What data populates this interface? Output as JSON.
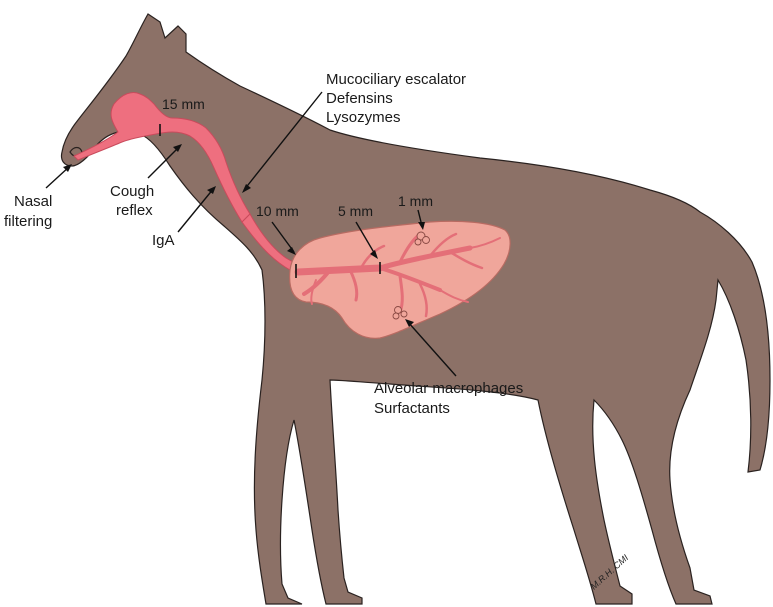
{
  "colors": {
    "body": "#8c7167",
    "outline": "#2a2220",
    "airway": "#ee6f7f",
    "airway_edge": "#c94b5c",
    "lung": "#f0a69b",
    "lung_edge": "#b86b62",
    "bronchi": "#e46f78"
  },
  "labels": {
    "nasal_line1": "Nasal",
    "nasal_line2": "filtering",
    "cough_line1": "Cough",
    "cough_line2": "reflex",
    "iga": "IgA",
    "size_15": "15 mm",
    "size_10": "10 mm",
    "size_5": "5 mm",
    "size_1": "1 mm",
    "top_line1": "Mucociliary escalator",
    "top_line2": "Defensins",
    "top_line3": "Lysozymes",
    "bottom_line1": "Alveolar macrophages",
    "bottom_line2": "Surfactants"
  },
  "signature": "M.R.H. CMI"
}
